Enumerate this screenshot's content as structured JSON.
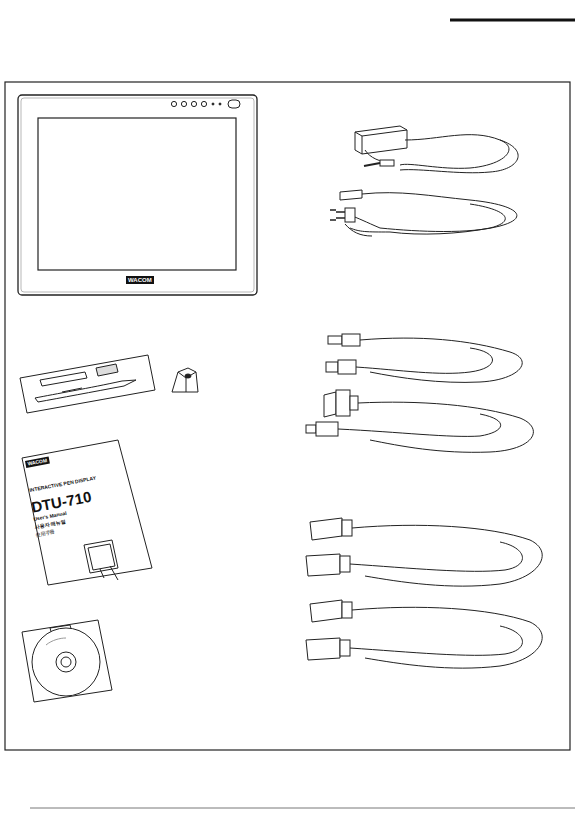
{
  "diagram": {
    "labels": [
      "WACOM",
      "WACOM",
      "INTERACTIVE PEN DISPLAY",
      "DTU-710",
      "User's Manual",
      "사용자 매뉴얼",
      "使用手冊"
    ]
  }
}
